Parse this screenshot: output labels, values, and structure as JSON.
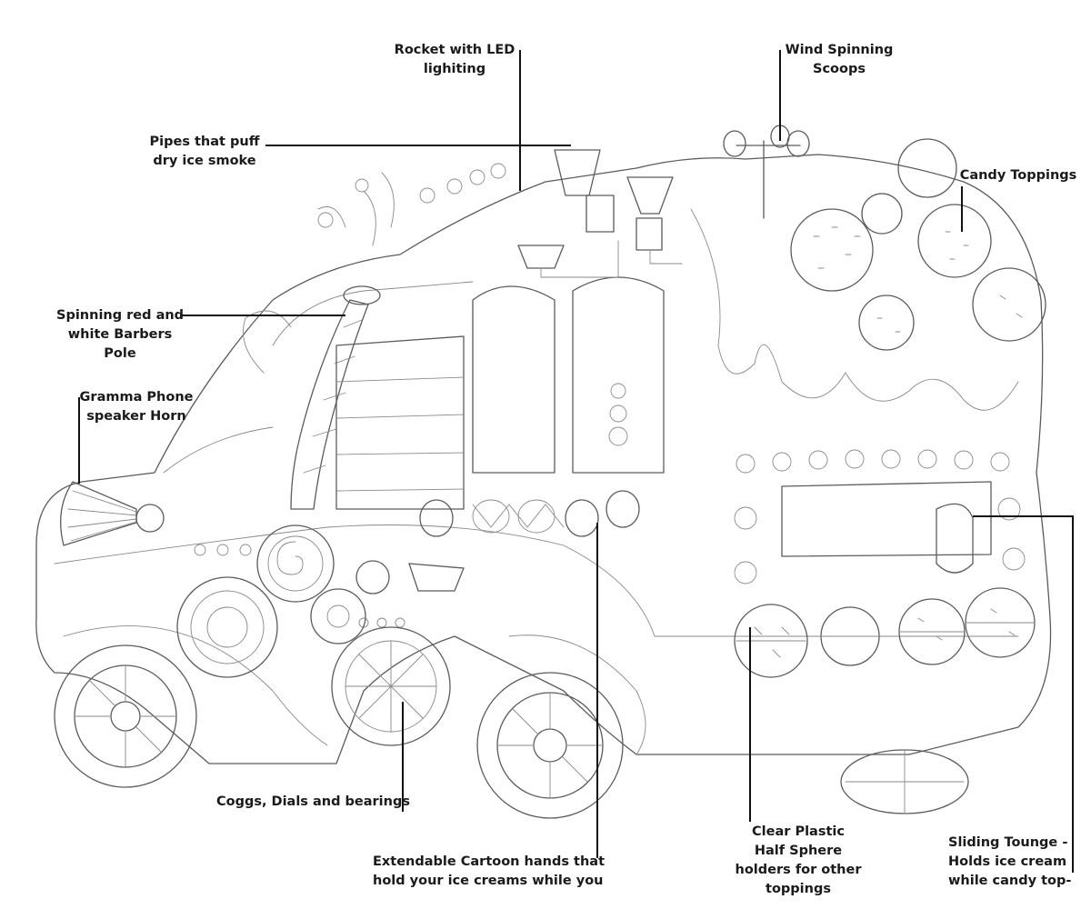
{
  "colors": {
    "ink": "#1a1a1a",
    "pencil": "#5b5b5b",
    "background": "#ffffff"
  },
  "labels": {
    "rocket": [
      "Rocket with LED",
      "lighiting"
    ],
    "wind_scoops": [
      "Wind Spinning",
      "Scoops"
    ],
    "pipes": [
      "Pipes that puff",
      "dry ice smoke"
    ],
    "candy": [
      "Candy Toppings"
    ],
    "barbers_pole": [
      "Spinning red and",
      "white Barbers",
      "Pole"
    ],
    "horn": [
      "Gramma Phone",
      "speaker Horn"
    ],
    "coggs": [
      "Coggs, Dials and bearings"
    ],
    "hands": [
      "Extendable Cartoon hands that",
      "hold your ice creams while you"
    ],
    "half_sphere": [
      "Clear Plastic",
      "Half Sphere",
      "holders for other",
      "toppings"
    ],
    "tounge": [
      "Sliding Tounge -",
      "Holds ice cream",
      "while candy top-"
    ]
  }
}
